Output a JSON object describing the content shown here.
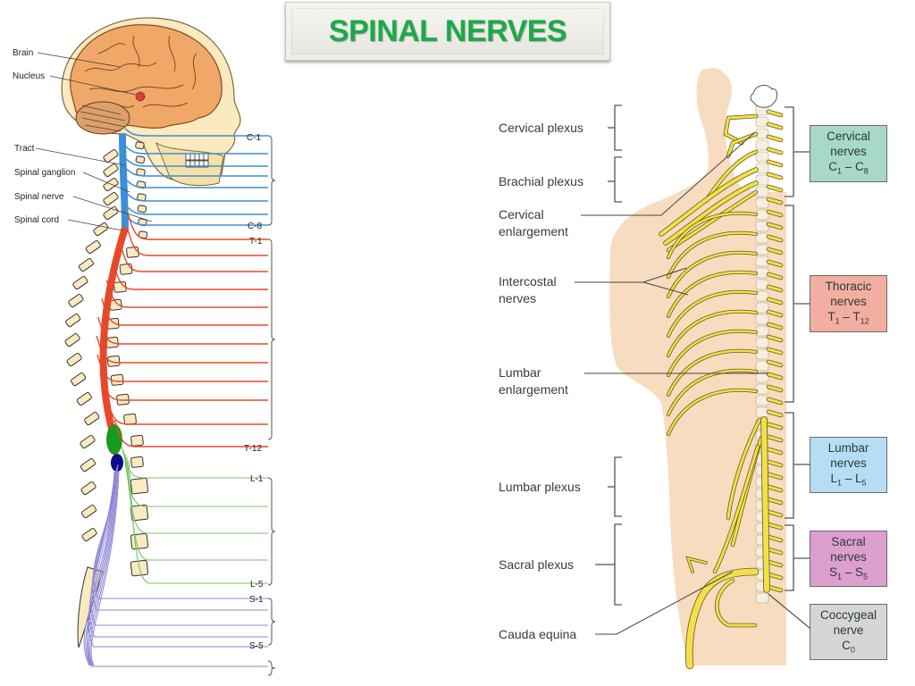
{
  "title": "SPINAL NERVES",
  "left_diagram": {
    "labels": {
      "brain": "Brain",
      "nucleus": "Nucleus",
      "tract": "Tract",
      "spinal_ganglion": "Spinal ganglion",
      "spinal_nerve": "Spinal nerve",
      "spinal_cord": "Spinal cord"
    },
    "segment_labels": {
      "c1": "C-1",
      "c8": "C-8",
      "t1": "T-1",
      "t12": "T-12",
      "l1": "L-1",
      "l5": "L-5",
      "s1": "S-1",
      "s5": "S-5"
    },
    "colors": {
      "cervical": "#3b8fd6",
      "thoracic": "#e8482a",
      "lumbar": "#7cc36a",
      "sacral": "#8d86d6",
      "bone": "#fbe9c0",
      "brain": "#f0a868"
    }
  },
  "right_diagram": {
    "labels": {
      "cervical_plexus": "Cervical plexus",
      "brachial_plexus": "Brachial plexus",
      "cervical_enlargement_1": "Cervical",
      "cervical_enlargement_2": "enlargement",
      "intercostal_1": "Intercostal",
      "intercostal_2": "nerves",
      "lumbar_enlargement_1": "Lumbar",
      "lumbar_enlargement_2": "enlargement",
      "lumbar_plexus": "Lumbar plexus",
      "sacral_plexus": "Sacral plexus",
      "cauda_equina": "Cauda equina"
    },
    "boxes": [
      {
        "name": "Cervical",
        "line2": "nerves",
        "range_a": "C",
        "sub_a": "1",
        "range_b": "C",
        "sub_b": "8",
        "color": "#a7d8c9"
      },
      {
        "name": "Thoracic",
        "line2": "nerves",
        "range_a": "T",
        "sub_a": "1",
        "range_b": "T",
        "sub_b": "12",
        "color": "#f2aea0"
      },
      {
        "name": "Lumbar",
        "line2": "nerves",
        "range_a": "L",
        "sub_a": "1",
        "range_b": "L",
        "sub_b": "5",
        "color": "#b5def5"
      },
      {
        "name": "Sacral",
        "line2": "nerves",
        "range_a": "S",
        "sub_a": "1",
        "range_b": "S",
        "sub_b": "5",
        "color": "#dd9fcd"
      },
      {
        "name": "Coccygeal",
        "line2": "nerve",
        "range_a": "C",
        "sub_a": "0",
        "range_b": "",
        "sub_b": "",
        "color": "#d6d6d6"
      }
    ],
    "colors": {
      "skin": "#f8dcc0",
      "nerve": "#f2e04a",
      "nerve_outline": "#6b5a20"
    }
  }
}
